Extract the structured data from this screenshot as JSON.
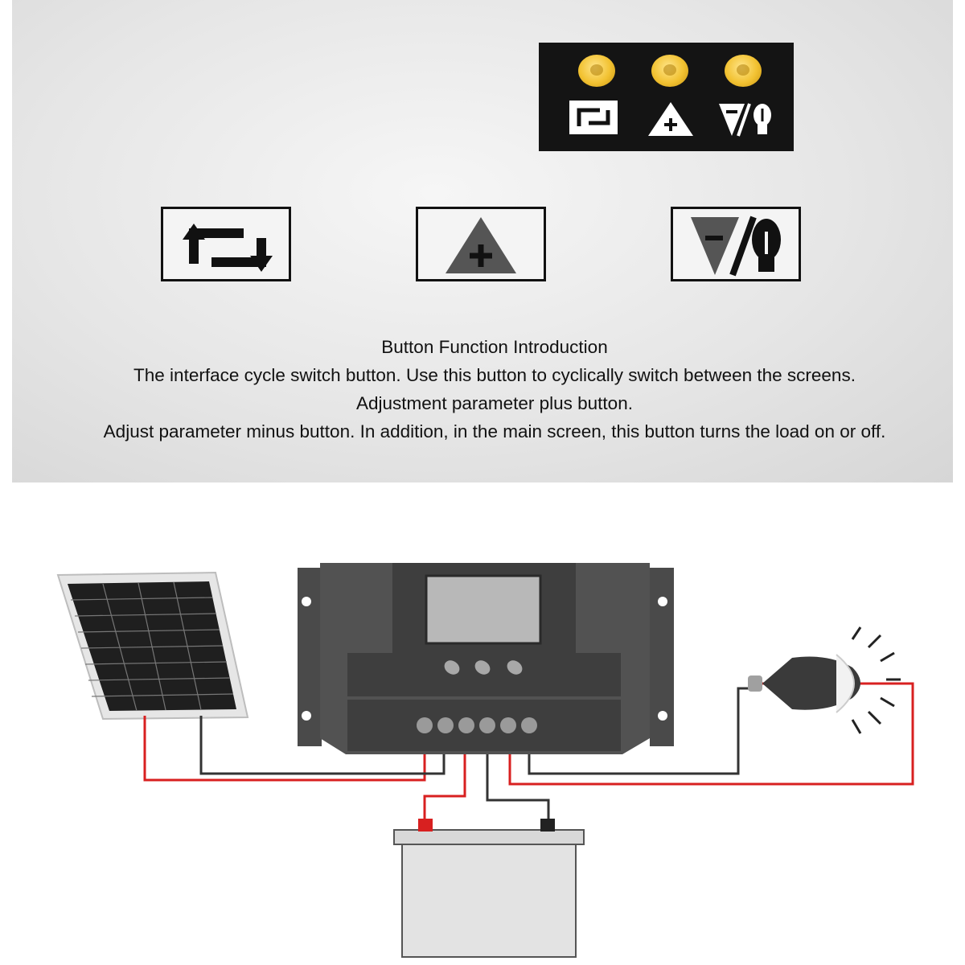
{
  "intro": {
    "heading": "Button Function Introduction",
    "line1": "The interface cycle switch button. Use this button to cyclically switch between the screens.",
    "line2": "Adjustment parameter plus button.",
    "line3": "Adjust parameter minus button. In addition, in the main screen, this button turns the load on or off."
  },
  "icons": [
    "cycle-switch-icon",
    "plus-triangle-icon",
    "minus-load-icon"
  ],
  "colors": {
    "button_yellow": "#f2c232",
    "panel_bg": "#e6e6e6",
    "strip_bg": "#141414",
    "wire_red": "#d82020",
    "wire_black": "#333333",
    "controller": "#4d4d4d"
  }
}
